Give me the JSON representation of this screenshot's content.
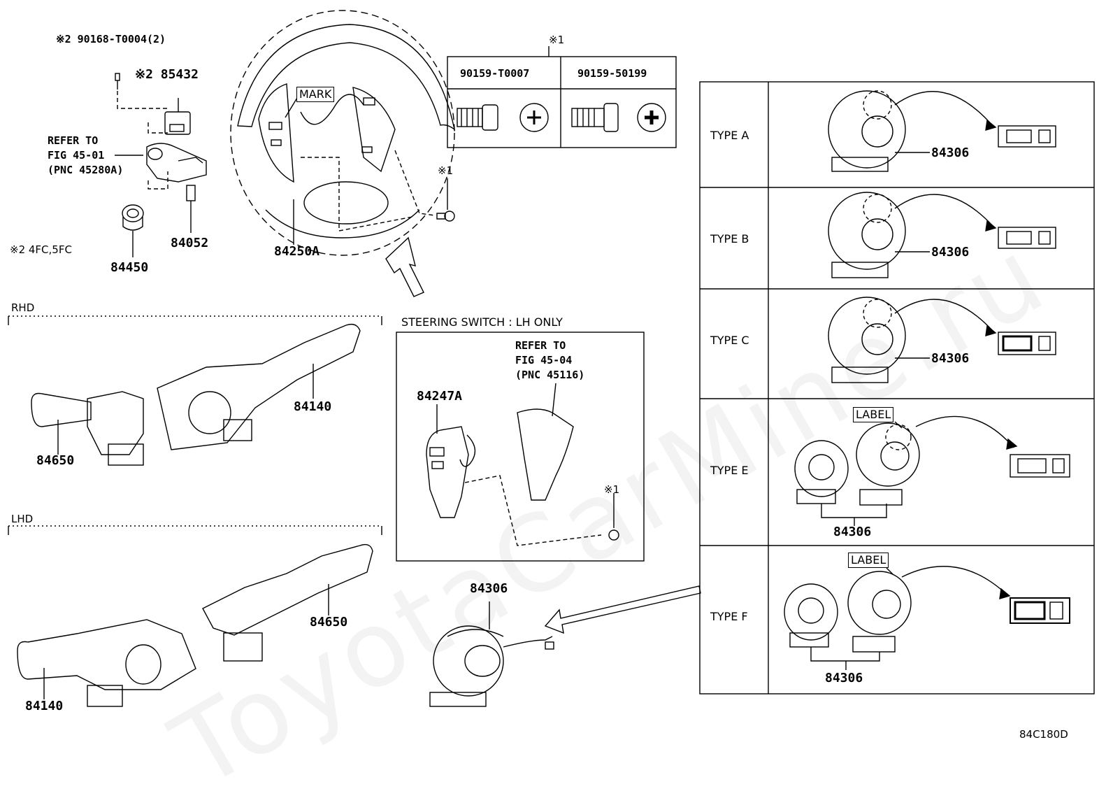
{
  "header": {
    "note2_bolt": "※2 90168-T0004(2)",
    "note2_part": "※2 85432",
    "refer_1": "REFER TO",
    "refer_2": "FIG 45-01",
    "refer_3": "(PNC 45280A)",
    "note2_models": "※2 4FC,5FC"
  },
  "parts": {
    "p84052": "84052",
    "p84450": "84450",
    "p84250A": "84250A",
    "mark": "MARK",
    "note1_a": "※1",
    "note1_b": "※1",
    "note1_c": "※1"
  },
  "screw_table": {
    "col1": "90159-T0007",
    "col2": "90159-50199"
  },
  "rhd": {
    "label": "RHD",
    "p84140": "84140",
    "p84650": "84650"
  },
  "lhd": {
    "label": "LHD",
    "p84650": "84650",
    "p84140": "84140"
  },
  "steering_switch": {
    "title": "STEERING SWITCH : LH ONLY",
    "refer_1": "REFER TO",
    "refer_2": "FIG 45-04",
    "refer_3": "(PNC 45116)",
    "p84247A": "84247A"
  },
  "spiral": {
    "p84306": "84306"
  },
  "types": [
    {
      "name": "TYPE A",
      "part": "84306"
    },
    {
      "name": "TYPE B",
      "part": "84306"
    },
    {
      "name": "TYPE C",
      "part": "84306"
    },
    {
      "name": "TYPE E",
      "part": "84306",
      "label": "LABEL"
    },
    {
      "name": "TYPE F",
      "part": "84306",
      "label": "LABEL"
    }
  ],
  "footer": {
    "code": "84C180D"
  },
  "watermark": "ToyotaCarMine.ru"
}
